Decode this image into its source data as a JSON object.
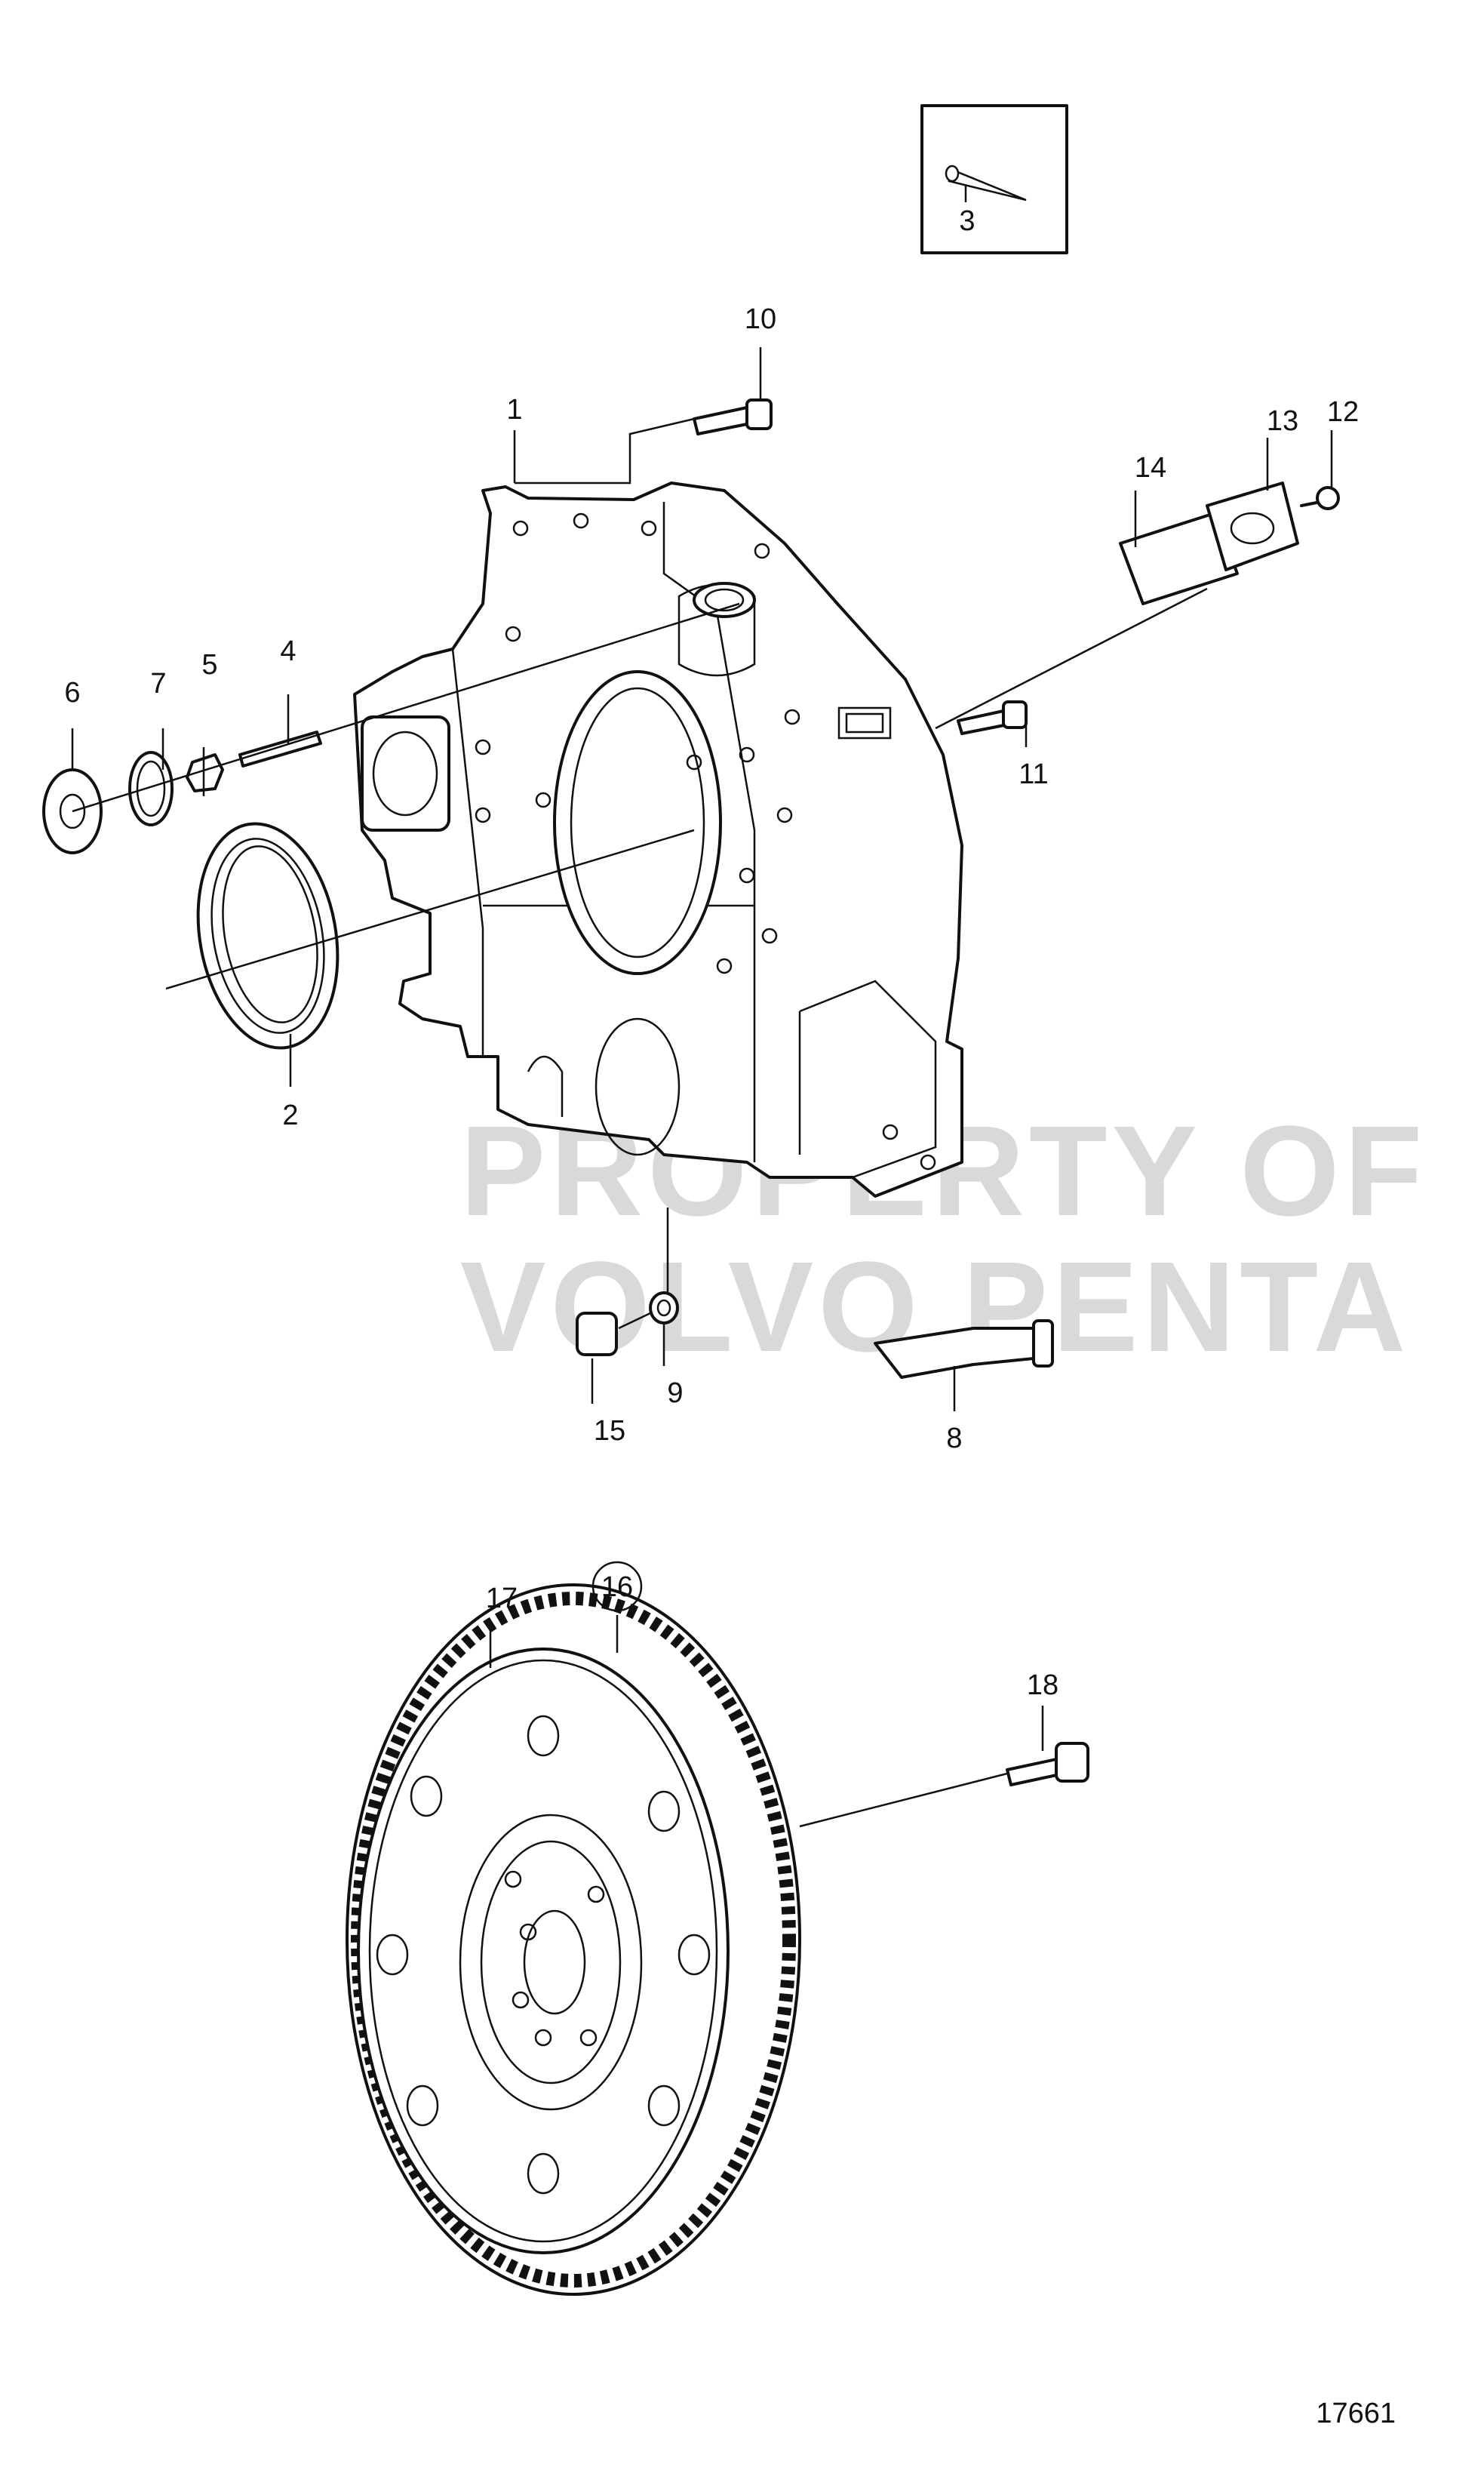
{
  "labels": {
    "p1": "1",
    "p2": "2",
    "p3": "3",
    "p4": "4",
    "p5": "5",
    "p6": "6",
    "p7": "7",
    "p8": "8",
    "p9": "9",
    "p10": "10",
    "p11": "11",
    "p12": "12",
    "p13": "13",
    "p14": "14",
    "p15": "15",
    "p16": "16",
    "p17": "17",
    "p18": "18"
  },
  "watermark": {
    "line1": "PROPERTY OF",
    "line2": "VOLVO PENTA"
  },
  "figure_number": "17661"
}
